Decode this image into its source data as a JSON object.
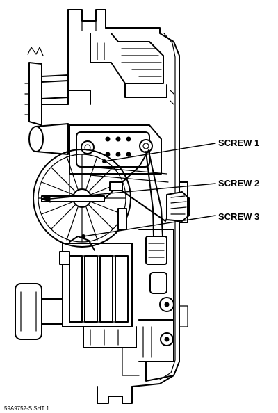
{
  "callouts": [
    {
      "label": "SCREW 1"
    },
    {
      "label": "SCREW 2"
    },
    {
      "label": "SCREW 3"
    }
  ],
  "reference_number": "59A9752-S SHT 1"
}
